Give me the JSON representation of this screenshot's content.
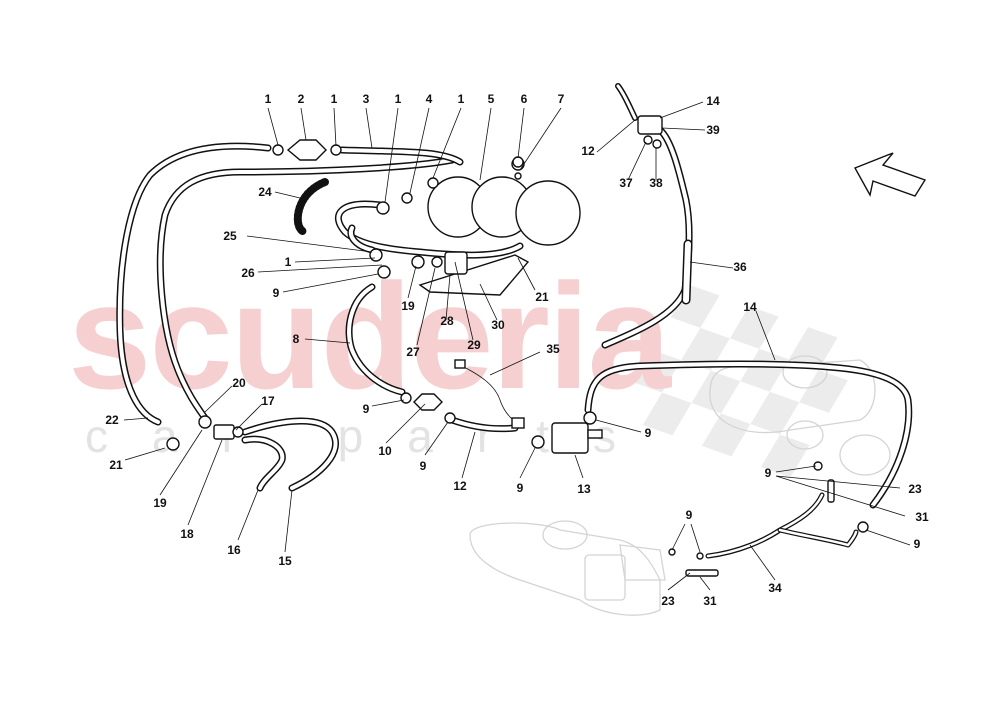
{
  "watermark": {
    "brand": "scuderia",
    "subtitle": "car parts"
  },
  "callouts": [
    "1",
    "2",
    "1",
    "3",
    "1",
    "4",
    "1",
    "5",
    "6",
    "7",
    "14",
    "12",
    "39",
    "37",
    "38",
    "24",
    "25",
    "1",
    "26",
    "9",
    "19",
    "21",
    "27",
    "28",
    "29",
    "30",
    "36",
    "14",
    "8",
    "35",
    "20",
    "17",
    "22",
    "21",
    "19",
    "18",
    "16",
    "15",
    "9",
    "10",
    "9",
    "12",
    "9",
    "13",
    "9",
    "9",
    "23",
    "31",
    "9",
    "9",
    "23",
    "31",
    "34"
  ],
  "colors": {
    "line": "#111111",
    "watermark": "#f6cfd1",
    "ghost": "#d4d4d4",
    "background": "#ffffff"
  },
  "icons": [
    "direction-arrow-icon",
    "checkered-flag-icon"
  ]
}
